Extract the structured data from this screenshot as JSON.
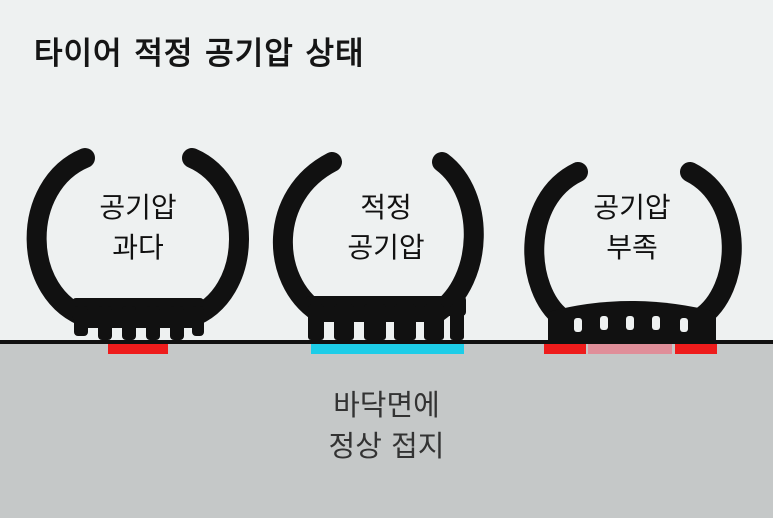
{
  "title": "타이어 적정 공기압 상태",
  "tires": [
    {
      "label_line1": "공기압",
      "label_line2": "과다"
    },
    {
      "label_line1": "적정",
      "label_line2": "공기압"
    },
    {
      "label_line1": "공기압",
      "label_line2": "부족"
    }
  ],
  "ground": {
    "line1": "바닥면에",
    "line2": "정상 접지"
  },
  "colors": {
    "over_contact": "#ee1c1c",
    "proper_contact": "#1dcde8",
    "under_contact_edge": "#ee1c1c",
    "under_contact_center": "#e08e99"
  }
}
